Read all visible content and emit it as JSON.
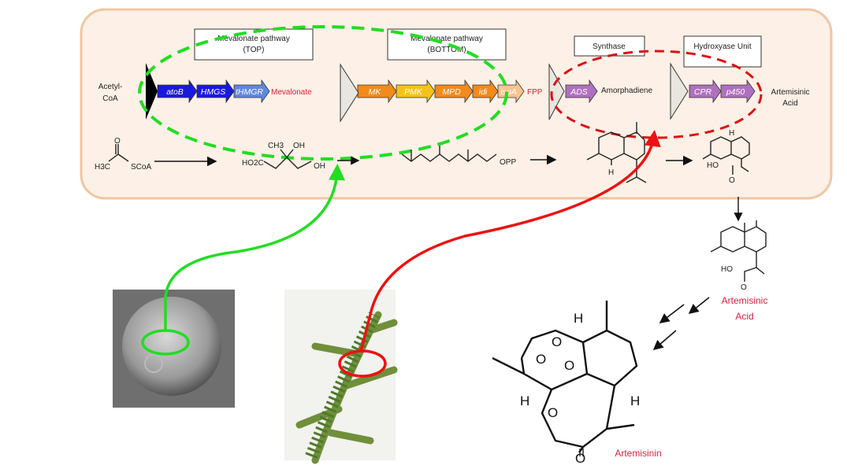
{
  "boxes": {
    "mva_top": [
      "Mevalonate pathway",
      "(TOP)"
    ],
    "mva_bottom": [
      "Mevalonate pathway",
      "(BOTTOM)"
    ],
    "synthase": "Synthase",
    "hydroxyase": "Hydroxyase Unit"
  },
  "pathway": {
    "start": [
      "Acetyl-",
      "CoA"
    ],
    "genes_top": [
      "atoB",
      "HMGS",
      "tHMGR"
    ],
    "mevalonate": "Mevalonate",
    "genes_bottom": [
      "MK",
      "PMK",
      "MPD",
      "idi",
      "ispA"
    ],
    "fpp": "FPP",
    "synthase_gene": "ADS",
    "amorphadiene": "Amorphadiene",
    "hydroxyase_genes": [
      "CPR",
      "p450"
    ],
    "end": [
      "Artemisinic",
      "Acid"
    ]
  },
  "chem_labels": {
    "h3c": "H3C",
    "scoa": "SCoA",
    "o": "O",
    "ch3": "CH3",
    "oh": "OH",
    "ho2c": "HO2C",
    "opp": "OPP",
    "h": "H",
    "ho": "HO"
  },
  "products": {
    "artemisinic_acid": [
      "Artemisinic",
      "Acid"
    ],
    "artemisinin": "Artemisinin"
  },
  "colors": {
    "panel_fill": "#fdf0e6",
    "panel_stroke": "#efc6a2",
    "green": "#22dd22",
    "red": "#dd1111",
    "blue_dark": "#1a1adc",
    "blue_light": "#5f87e0",
    "orange": "#f28a1c",
    "yellow": "#f5c21a",
    "peach": "#f7c490",
    "purple": "#b070c0",
    "label_red": "#d8223a"
  }
}
